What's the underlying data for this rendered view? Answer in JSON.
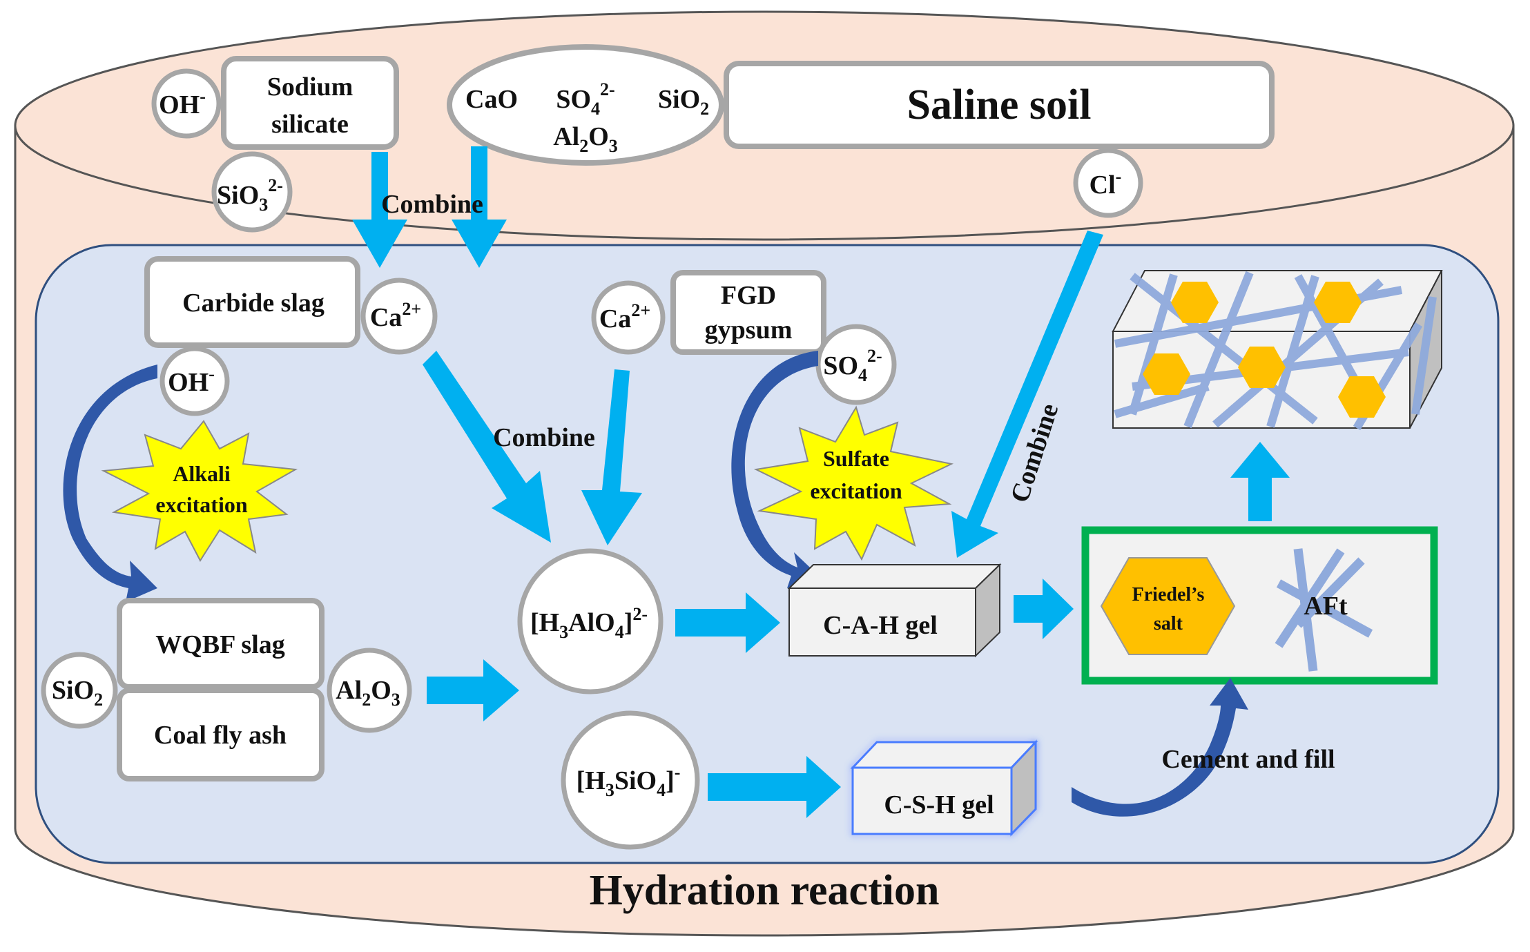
{
  "colors": {
    "vessel_fill": "#fbe3d6",
    "inner_fill": "#dae3f3",
    "arrow_cyan": "#00b0f0",
    "curve_arrow": "#2f58a8",
    "burst_fill": "#ffff00",
    "hex_fill": "#ffc000",
    "fiber": "#8faadc",
    "product_frame": "#00b050"
  },
  "top": {
    "sodium_silicate": "Sodium silicate",
    "sodium_silicate_l1": "Sodium",
    "sodium_silicate_l2": "silicate",
    "oh": "OH",
    "oh_sup": "-",
    "sio3": "SiO",
    "sio3_sub": "3",
    "sio3_sup": "2-",
    "cao": "CaO",
    "so4": "SO",
    "so4_sub": "4",
    "so4_sup": "2-",
    "sio2": "SiO",
    "sio2_sub": "2",
    "al2o3_a": "Al",
    "al2o3_sub1": "2",
    "al2o3_b": "O",
    "al2o3_sub2": "3",
    "saline_soil": "Saline soil",
    "cl": "Cl",
    "cl_sup": "-",
    "combine": "Combine"
  },
  "inner": {
    "carbide_slag": "Carbide slag",
    "ca": "Ca",
    "ca_sup": "2+",
    "oh": "OH",
    "oh_sup": "-",
    "fgd_l1": "FGD",
    "fgd_l2": "gypsum",
    "so4": "SO",
    "so4_sub": "4",
    "so4_sup": "2-",
    "combine_mid": "Combine",
    "combine_right": "Combine",
    "alkali_l1": "Alkali",
    "alkali_l2": "excitation",
    "sulfate_l1": "Sulfate",
    "sulfate_l2": "excitation",
    "wqbf": "WQBF slag",
    "coal": "Coal fly ash",
    "sio2": "SiO",
    "sio2_sub": "2",
    "al2o3_a": "Al",
    "al2o3_sub1": "2",
    "al2o3_b": "O",
    "al2o3_sub2": "3",
    "h3alo4_a": "[H",
    "h3alo4_sub1": "3",
    "h3alo4_b": "AlO",
    "h3alo4_sub2": "4",
    "h3alo4_c": "]",
    "h3alo4_sup": "2-",
    "h3sio4_a": "[H",
    "h3sio4_sub1": "3",
    "h3sio4_b": "SiO",
    "h3sio4_sub2": "4",
    "h3sio4_c": "]",
    "h3sio4_sup": "-",
    "cah": "C-A-H gel",
    "csh": "C-S-H gel",
    "friedel_l1": "Friedel’s",
    "friedel_l2": "salt",
    "aft": "AFt",
    "cement_fill": "Cement and fill"
  },
  "footer": {
    "hydration": "Hydration reaction"
  }
}
